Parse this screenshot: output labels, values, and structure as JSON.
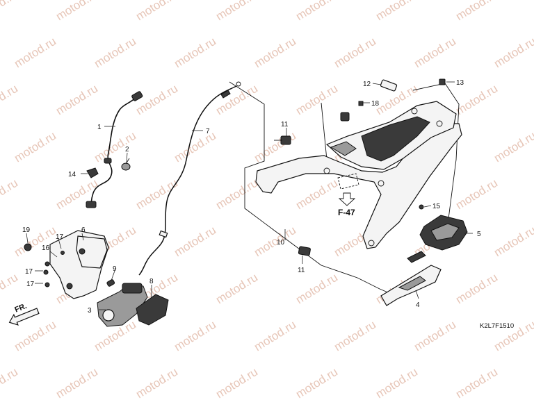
{
  "watermark": "motod.ru",
  "diagram_code": "K2L7F1510",
  "reference": "F-47",
  "direction": "FR.",
  "callouts": [
    {
      "id": "c1",
      "label": "1"
    },
    {
      "id": "c2",
      "label": "2"
    },
    {
      "id": "c3",
      "label": "3"
    },
    {
      "id": "c4",
      "label": "4"
    },
    {
      "id": "c5",
      "label": "5"
    },
    {
      "id": "c6",
      "label": "6"
    },
    {
      "id": "c7",
      "label": "7"
    },
    {
      "id": "c8",
      "label": "8"
    },
    {
      "id": "c9",
      "label": "9"
    },
    {
      "id": "c10",
      "label": "10"
    },
    {
      "id": "c11a",
      "label": "11"
    },
    {
      "id": "c11b",
      "label": "11"
    },
    {
      "id": "c12",
      "label": "12"
    },
    {
      "id": "c13",
      "label": "13"
    },
    {
      "id": "c14",
      "label": "14"
    },
    {
      "id": "c15",
      "label": "15"
    },
    {
      "id": "c16",
      "label": "16"
    },
    {
      "id": "c17a",
      "label": "17"
    },
    {
      "id": "c17b",
      "label": "17"
    },
    {
      "id": "c17c",
      "label": "17"
    },
    {
      "id": "c18",
      "label": "18"
    },
    {
      "id": "c19",
      "label": "19"
    }
  ]
}
